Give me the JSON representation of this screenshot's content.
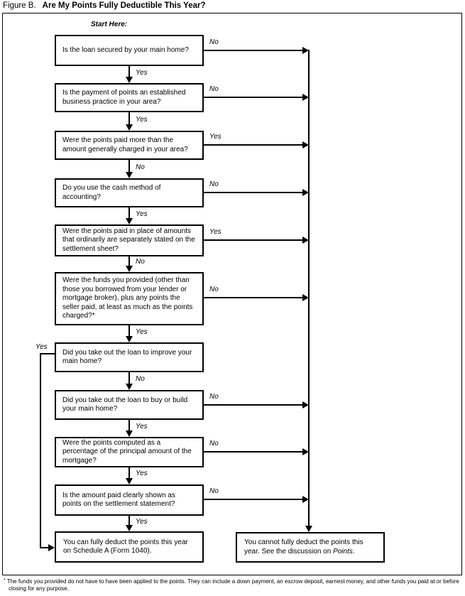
{
  "title": {
    "figure_label": "Figure B.",
    "text": "Are My Points Fully Deductible This Year?"
  },
  "start_here": "Start Here:",
  "questions": [
    {
      "text": "Is the loan secured by your main home?",
      "branch_right": "No",
      "branch_down": "Yes"
    },
    {
      "text": "Is the payment of points an established business practice in your area?",
      "branch_right": "No",
      "branch_down": "Yes"
    },
    {
      "text": "Were the points paid more than the amount generally charged in your area?",
      "branch_right": "Yes",
      "branch_down": "No"
    },
    {
      "text": "Do you use the cash method of accounting?",
      "branch_right": "No",
      "branch_down": "Yes"
    },
    {
      "text": "Were the points paid in place of amounts that ordinarily are separately stated on the settlement sheet?",
      "branch_right": "Yes",
      "branch_down": "No"
    },
    {
      "text": "Were the funds you provided (other than those you borrowed from your lender or mortgage broker), plus any points the seller paid, at least as much as the points charged?*",
      "branch_right": "No",
      "branch_down": "Yes"
    },
    {
      "text": "Did you take out the loan to improve your main home?",
      "branch_left": "Yes",
      "branch_down": "No"
    },
    {
      "text": "Did you take out the loan to buy or build your main home?",
      "branch_right": "No",
      "branch_down": "Yes"
    },
    {
      "text": "Were the points computed as a percentage of the principal amount of the mortgage?",
      "branch_right": "No",
      "branch_down": "Yes"
    },
    {
      "text": "Is the amount paid clearly shown as points on the settlement statement?",
      "branch_right": "No",
      "branch_down": "Yes"
    }
  ],
  "results": {
    "deductible": "You can fully deduct the points this year on Schedule A (Form 1040).",
    "not_deductible": {
      "before": "You cannot fully deduct the points this year. See the discussion on ",
      "italic": "Points",
      "after": "."
    }
  },
  "footnote": {
    "marker": "*",
    "text": "The funds you provided do not have to have been applied to the points. They can include a down payment, an escrow deposit, earnest money, and other funds you paid at or before closing for any purpose."
  }
}
